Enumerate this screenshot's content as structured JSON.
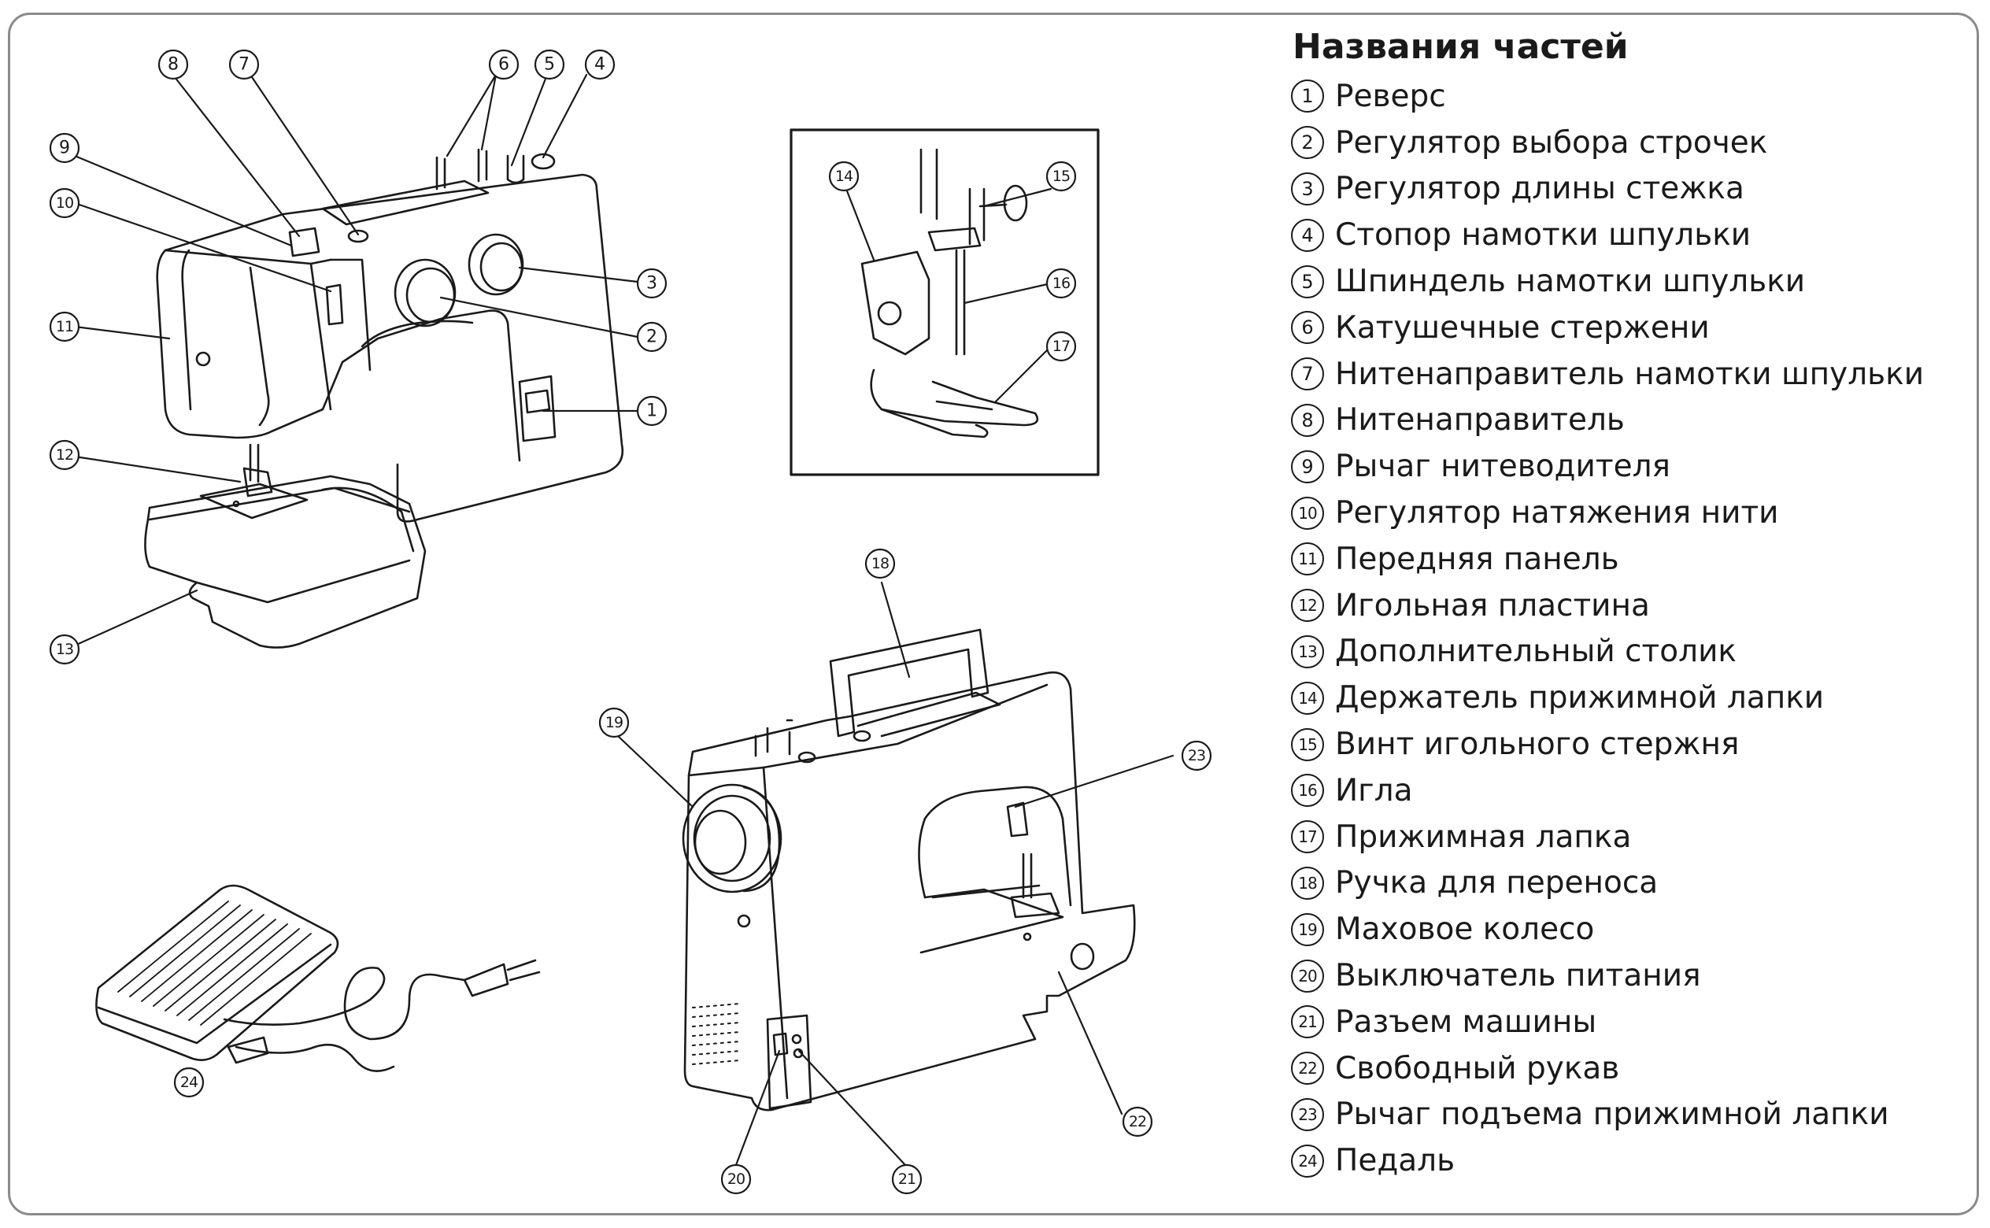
{
  "legend": {
    "title": "Названия частей",
    "items": [
      {
        "num": "1",
        "label": "Реверс"
      },
      {
        "num": "2",
        "label": "Регулятор выбора строчек"
      },
      {
        "num": "3",
        "label": "Регулятор длины стежка"
      },
      {
        "num": "4",
        "label": "Стопор намотки шпульки"
      },
      {
        "num": "5",
        "label": "Шпиндель намотки шпульки"
      },
      {
        "num": "6",
        "label": "Катушечные стержени"
      },
      {
        "num": "7",
        "label": "Нитенаправитель намотки шпульки"
      },
      {
        "num": "8",
        "label": "Нитенаправитель"
      },
      {
        "num": "9",
        "label": "Рычаг нитеводителя"
      },
      {
        "num": "10",
        "label": "Регулятор натяжения нити"
      },
      {
        "num": "11",
        "label": "Передняя панель"
      },
      {
        "num": "12",
        "label": "Игольная пластина"
      },
      {
        "num": "13",
        "label": "Дополнительный столик"
      },
      {
        "num": "14",
        "label": "Держатель прижимной лапки"
      },
      {
        "num": "15",
        "label": "Винт игольного стержня"
      },
      {
        "num": "16",
        "label": "Игла"
      },
      {
        "num": "17",
        "label": "Прижимная лапка"
      },
      {
        "num": "18",
        "label": "Ручка для переноса"
      },
      {
        "num": "19",
        "label": "Маховое колесо"
      },
      {
        "num": "20",
        "label": "Выключатель питания"
      },
      {
        "num": "21",
        "label": "Разъем машины"
      },
      {
        "num": "22",
        "label": "Свободный рукав"
      },
      {
        "num": "23",
        "label": "Рычаг подъема прижимной лапки"
      },
      {
        "num": "24",
        "label": "Педаль"
      }
    ]
  },
  "callouts": [
    "1",
    "2",
    "3",
    "4",
    "5",
    "6",
    "7",
    "8",
    "9",
    "10",
    "11",
    "12",
    "13",
    "14",
    "15",
    "16",
    "17",
    "18",
    "19",
    "20",
    "21",
    "22",
    "23",
    "24"
  ],
  "colors": {
    "line": "#1a1a1a",
    "frame": "#8a8a8a",
    "background": "#ffffff"
  }
}
